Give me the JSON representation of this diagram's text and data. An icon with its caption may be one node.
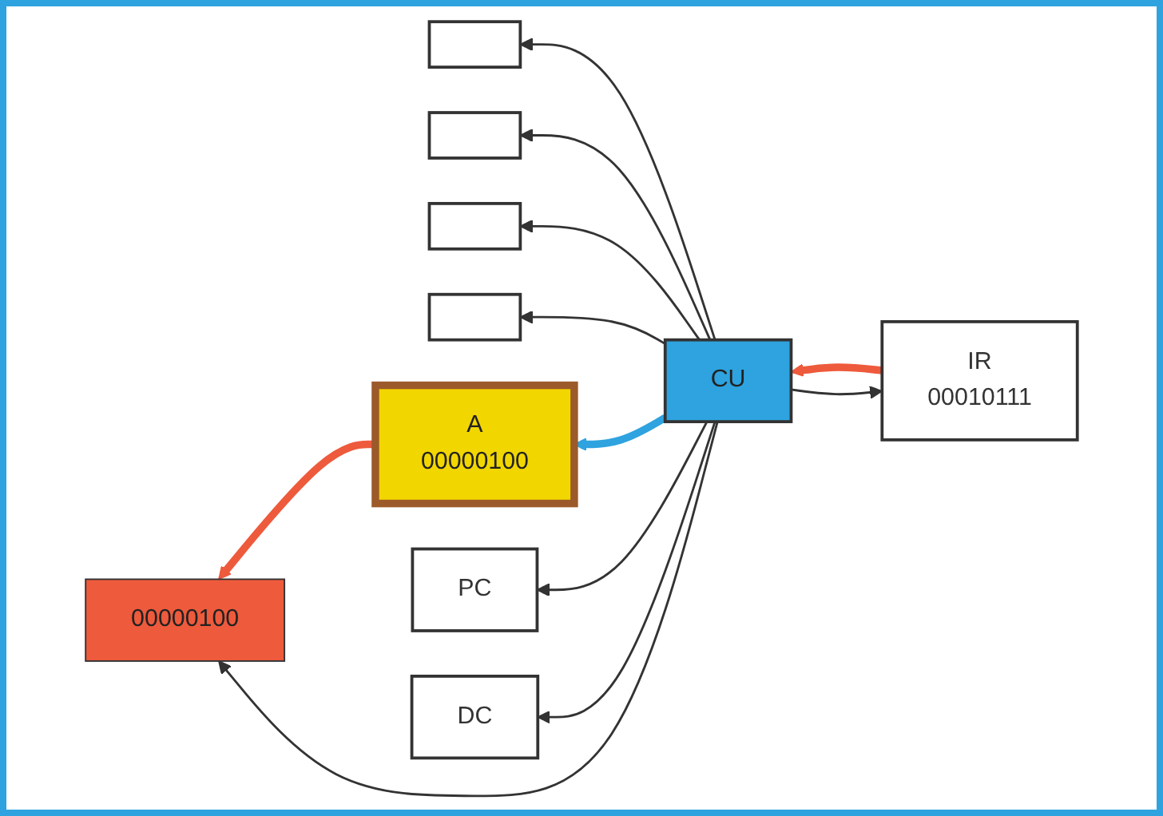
{
  "diagram": {
    "nodes": [
      {
        "text": [
          "00000100"
        ]
      },
      {
        "text": [],
        "shape": "box"
      },
      {
        "text": [],
        "shape": "box"
      },
      {
        "text": [],
        "shape": "box"
      },
      {
        "text": [],
        "shape": "box"
      },
      {
        "text": [
          "A",
          "00000100"
        ]
      },
      {
        "text": [
          "PC"
        ]
      },
      {
        "text": [
          "DC"
        ]
      },
      {
        "text": [
          "IR",
          "00010111"
        ]
      },
      {
        "text": [
          "CU"
        ]
      }
    ],
    "edges": [
      {
        "from": 5,
        "to": 0,
        "arrow": "to",
        "style": "thick",
        "color": "#ee5a3c"
      },
      {
        "from": 8,
        "to": 9,
        "arrow": "to",
        "style": "thick",
        "color": "#ee5a3c"
      },
      {
        "from": 9,
        "to": 5,
        "arrow": "to",
        "style": "thick",
        "color": "#2ea3e0"
      },
      {
        "from": 9,
        "to": 6,
        "arrow": "to"
      },
      {
        "from": 9,
        "to": 7,
        "arrow": "to"
      },
      {
        "from": 9,
        "to": 8,
        "arrow": "to"
      },
      {
        "from": 9,
        "to": 0,
        "arrow": "to"
      },
      {
        "from": 9,
        "to": 1,
        "arrow": "to"
      },
      {
        "from": 9,
        "to": 2,
        "arrow": "to"
      },
      {
        "from": 9,
        "to": 3,
        "arrow": "to"
      },
      {
        "from": 9,
        "to": 4,
        "arrow": "to"
      }
    ]
  }
}
